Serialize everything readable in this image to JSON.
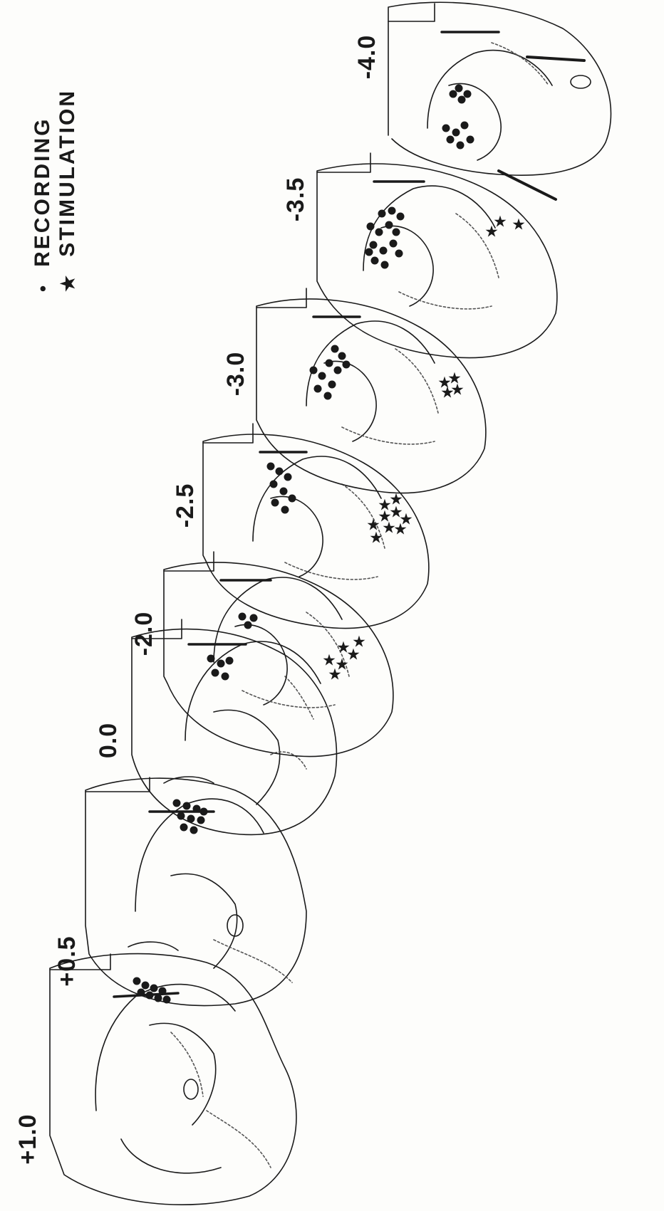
{
  "legend": {
    "recording_symbol": "•",
    "recording_label": "RECORDING",
    "stimulation_symbol": "★",
    "stimulation_label": "STIMULATION"
  },
  "sections": [
    {
      "coord": "+1.0",
      "recording_sites": 8,
      "stimulation_sites": 0
    },
    {
      "coord": "+0.5",
      "recording_sites": 9,
      "stimulation_sites": 0
    },
    {
      "coord": "0.0",
      "recording_sites": 5,
      "stimulation_sites": 0
    },
    {
      "coord": "-2.0",
      "recording_sites": 3,
      "stimulation_sites": 6
    },
    {
      "coord": "-2.5",
      "recording_sites": 8,
      "stimulation_sites": 9
    },
    {
      "coord": "-3.0",
      "recording_sites": 10,
      "stimulation_sites": 4
    },
    {
      "coord": "-3.5",
      "recording_sites": 14,
      "stimulation_sites": 3
    },
    {
      "coord": "-4.0",
      "recording_sites": 10,
      "stimulation_sites": 0
    }
  ],
  "colors": {
    "ink": "#1a1a1a",
    "paper": "#fdfdfb",
    "faint": "#555555"
  }
}
